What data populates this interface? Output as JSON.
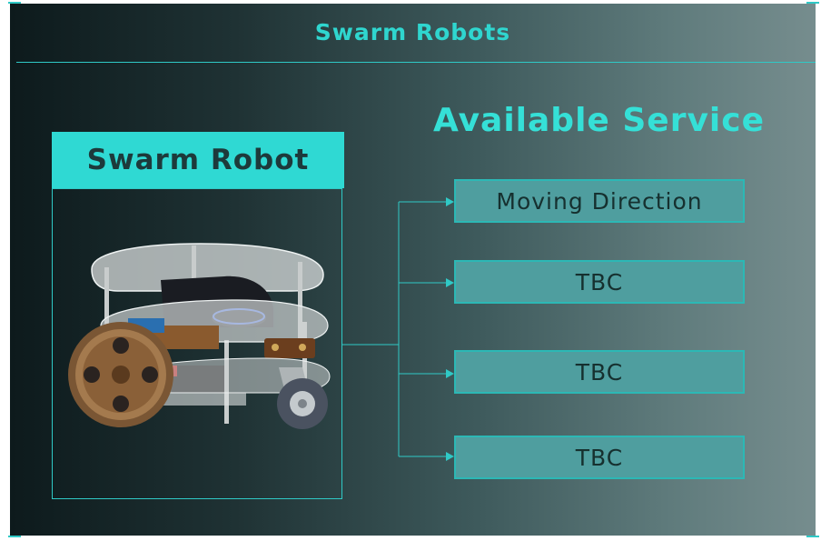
{
  "page": {
    "title": "Swarm Robots"
  },
  "robot": {
    "label": "Swarm Robot",
    "image": "swarm-robot-photo"
  },
  "services": {
    "heading": "Available Service",
    "items": [
      {
        "label": "Moving Direction"
      },
      {
        "label": "TBC"
      },
      {
        "label": "TBC"
      },
      {
        "label": "TBC"
      }
    ]
  },
  "colors": {
    "accent": "#2fd9d3",
    "service_fill": "#4f9e9f",
    "text_dark": "#1d3a3b"
  }
}
